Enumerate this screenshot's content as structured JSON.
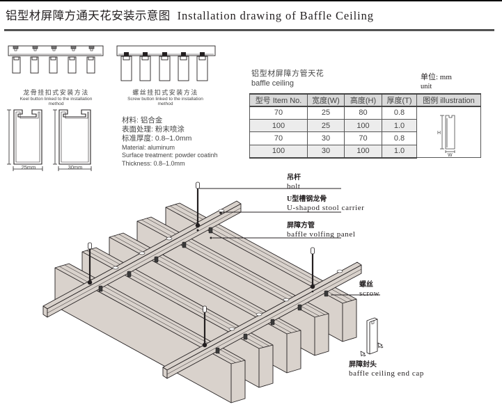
{
  "title": {
    "zh": "铝型材屏障方通天花安装示意图",
    "en": "Installation drawing of Baffle Ceiling"
  },
  "methods": [
    {
      "zh": "龙骨挂扣式安装方法",
      "en_line1": "Keel button linked to the installation",
      "en_line2": "method"
    },
    {
      "zh": "螺丝挂扣式安装方法",
      "en_line1": "Screw button linked to the installation",
      "en_line2": "method"
    }
  ],
  "profiles": [
    {
      "width_label": "25mm"
    },
    {
      "width_label": "30mm"
    }
  ],
  "specs": {
    "zh": [
      "材料: 铝合金",
      "表面处理: 粉末喷涂",
      "标准厚度: 0.8–1.0mm"
    ],
    "en": [
      "Material: aluminum",
      "Surface treatment: powder coatinh",
      "Thickness: 0.8–1.0mm"
    ]
  },
  "table": {
    "title_zh": "铝型材屏障方管天花",
    "title_en": "baffle ceiling",
    "unit_zh": "单位: mm",
    "unit_en": "unit",
    "headers": [
      "型号 Item No.",
      "宽度(W)",
      "高度(H)",
      "厚度(T)",
      "图例 illustration"
    ],
    "rows": [
      [
        "70",
        "25",
        "80",
        "0.8"
      ],
      [
        "100",
        "25",
        "100",
        "1.0"
      ],
      [
        "70",
        "30",
        "70",
        "0.8"
      ],
      [
        "100",
        "30",
        "100",
        "1.0"
      ]
    ],
    "illustration_labels": {
      "h": "H",
      "w": "W"
    }
  },
  "callouts": {
    "bolt": {
      "zh": "吊杆",
      "en": "bolt"
    },
    "carrier": {
      "zh": "U型槽钢龙骨",
      "en": "U-shapod stool carrier"
    },
    "panel": {
      "zh": "屏障方管",
      "en": "baffle volfing panel"
    },
    "screw": {
      "zh": "螺丝",
      "en": "scrow"
    },
    "endcap": {
      "zh": "屏障封头",
      "en": "baffle ceiling end cap"
    }
  },
  "colors": {
    "baffle_fill": "#d9d2cc",
    "line": "#231f20",
    "table_header": "#d9d9d9",
    "table_alt_row": "#ececec"
  }
}
